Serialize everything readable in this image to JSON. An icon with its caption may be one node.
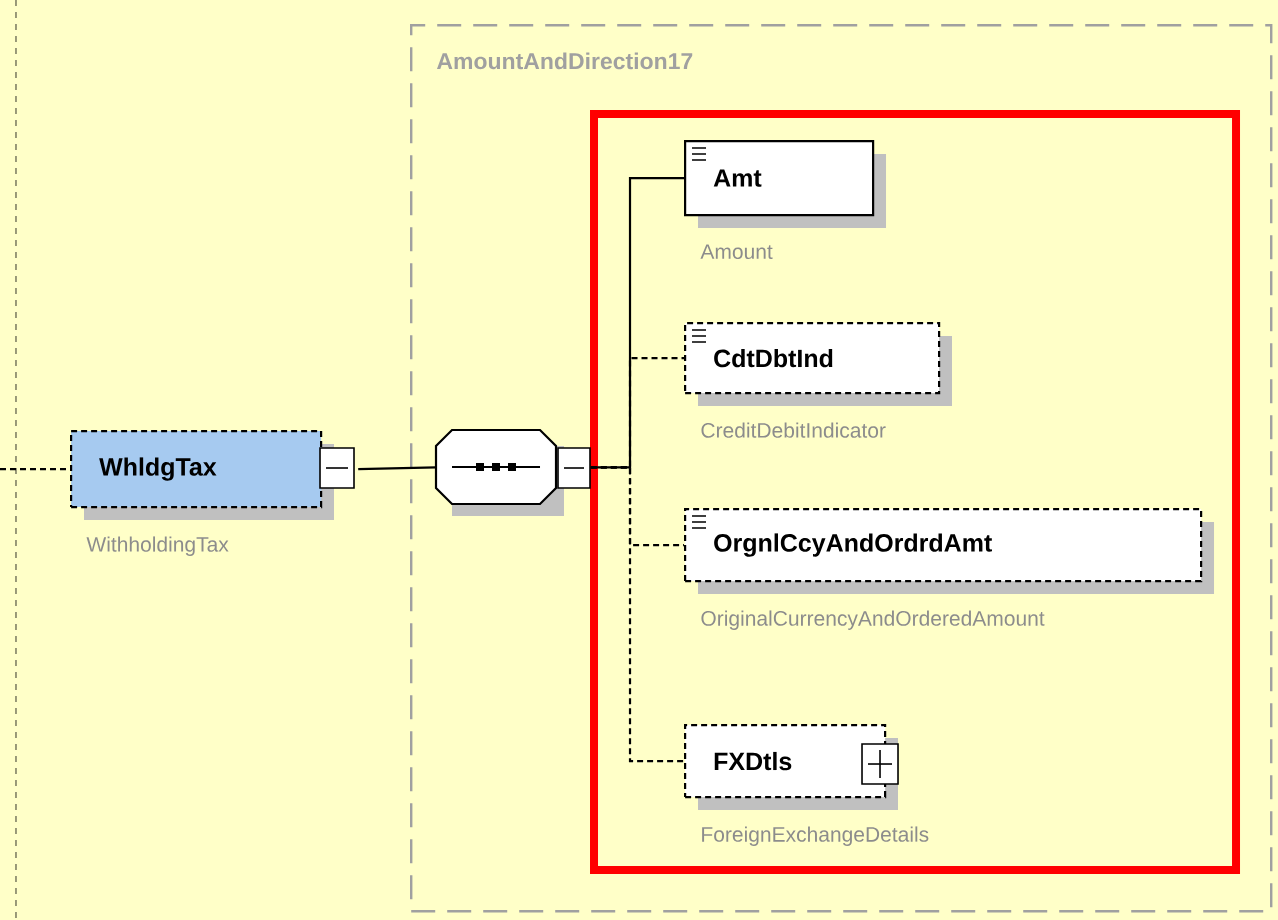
{
  "diagram": {
    "nodes": [
      {
        "text": [
          "AmountAndDirection17"
        ]
      },
      {
        "text": [
          "WhldgTax"
        ],
        "beside": [
          "WithholdingTax"
        ]
      },
      {
        "text": [],
        "shape": "octagon",
        "in": 0
      },
      {
        "text": [
          "Amt"
        ],
        "beside": [
          "Amount"
        ],
        "in": 0
      },
      {
        "text": [
          "CdtDbtInd"
        ],
        "beside": [
          "CreditDebitIndicator"
        ],
        "in": 0
      },
      {
        "text": [
          "OrgnlCcyAndOrdrdAmt"
        ],
        "beside": [
          "OriginalCurrencyAndOrderedAmount"
        ],
        "in": 0
      },
      {
        "text": [
          "FXDtls"
        ],
        "beside": [
          "ForeignExchangeDetails"
        ],
        "in": 0
      }
    ],
    "edges": [
      {
        "from": null,
        "to": 1,
        "arrow": "none",
        "style": "dashed"
      },
      {
        "from": 1,
        "to": 2,
        "arrow": "none"
      },
      {
        "from": 2,
        "to": 3,
        "arrow": "none"
      },
      {
        "from": 2,
        "to": 4,
        "arrow": "none",
        "style": "dashed"
      },
      {
        "from": 2,
        "to": 5,
        "arrow": "none",
        "style": "dashed"
      },
      {
        "from": 2,
        "to": 6,
        "arrow": "none",
        "style": "dashed"
      }
    ]
  }
}
